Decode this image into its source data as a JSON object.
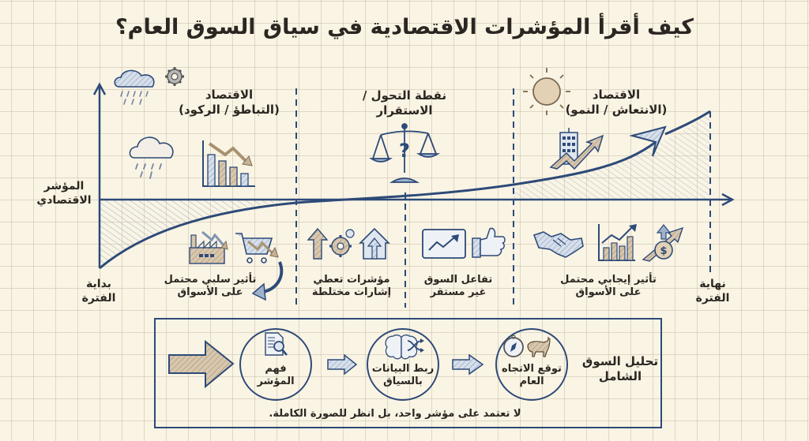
{
  "title": "كيف أقرأ المؤشرات الاقتصادية في سياق السوق العام؟",
  "colors": {
    "background": "#faf4e4",
    "grid": "#d9cfba",
    "ink_blue": "#2d4a78",
    "hatch_blue": "#9fb2cc",
    "tan": "#c8b296",
    "text": "#2b2622"
  },
  "axes": {
    "y_label": "المؤشر الاقتصادي",
    "start_label": "بداية الفترة",
    "end_label": "نهاية الفترة"
  },
  "phases": [
    {
      "id": "recession",
      "title_line1": "الاقتصاد",
      "title_line2": "(التباطؤ / الركود)",
      "icons": [
        "rain-cloud-icon",
        "gear-icon",
        "rain-cloud-icon",
        "declining-bar-chart-icon"
      ],
      "impact_icons": [
        "factory-down-icon",
        "shopping-cart-down-icon",
        "curved-arrow-down-icon"
      ],
      "impact_line1": "تأثير سلبي محتمل",
      "impact_line2": "على الأسواق"
    },
    {
      "id": "turning-point",
      "title_line1": "نقطة التحول /",
      "title_line2": "الاستقرار",
      "icons": [
        "balance-scale-question-icon"
      ],
      "impact_left_icons": [
        "arrow-up-icon",
        "gears-icon",
        "house-up-icon"
      ],
      "impact_left_line1": "مؤشرات تعطي",
      "impact_left_line2": "إشارات مختلطة",
      "impact_right_icons": [
        "trend-screen-icon",
        "thumb-sideways-icon"
      ],
      "impact_right_line1": "تفاعل السوق",
      "impact_right_line2": "غير مستقر"
    },
    {
      "id": "expansion",
      "title_line1": "الاقتصاد",
      "title_line2": "(الانتعاش / النمو)",
      "icons": [
        "sun-icon",
        "building-growth-arrow-icon"
      ],
      "impact_icons": [
        "handshake-icon",
        "rising-bar-chart-icon",
        "dollar-coin-up-icon"
      ],
      "impact_line1": "تأثير إيجابي محتمل",
      "impact_line2": "على الأسواق"
    }
  ],
  "process": {
    "heading_line1": "تحليل السوق",
    "heading_line2": "الشامل",
    "steps": [
      {
        "icon": "document-search-icon",
        "line1": "فهم",
        "line2": "المؤشر"
      },
      {
        "icon": "brain-shuffle-icon",
        "line1": "ربط البيانات",
        "line2": "بالسياق"
      },
      {
        "icon": "compass-bull-icon",
        "line1": "توقع الاتجاه",
        "line2": "العام"
      }
    ],
    "footer": "لا تعتمد على مؤشر واحد، بل انظر للصورة الكاملة."
  }
}
